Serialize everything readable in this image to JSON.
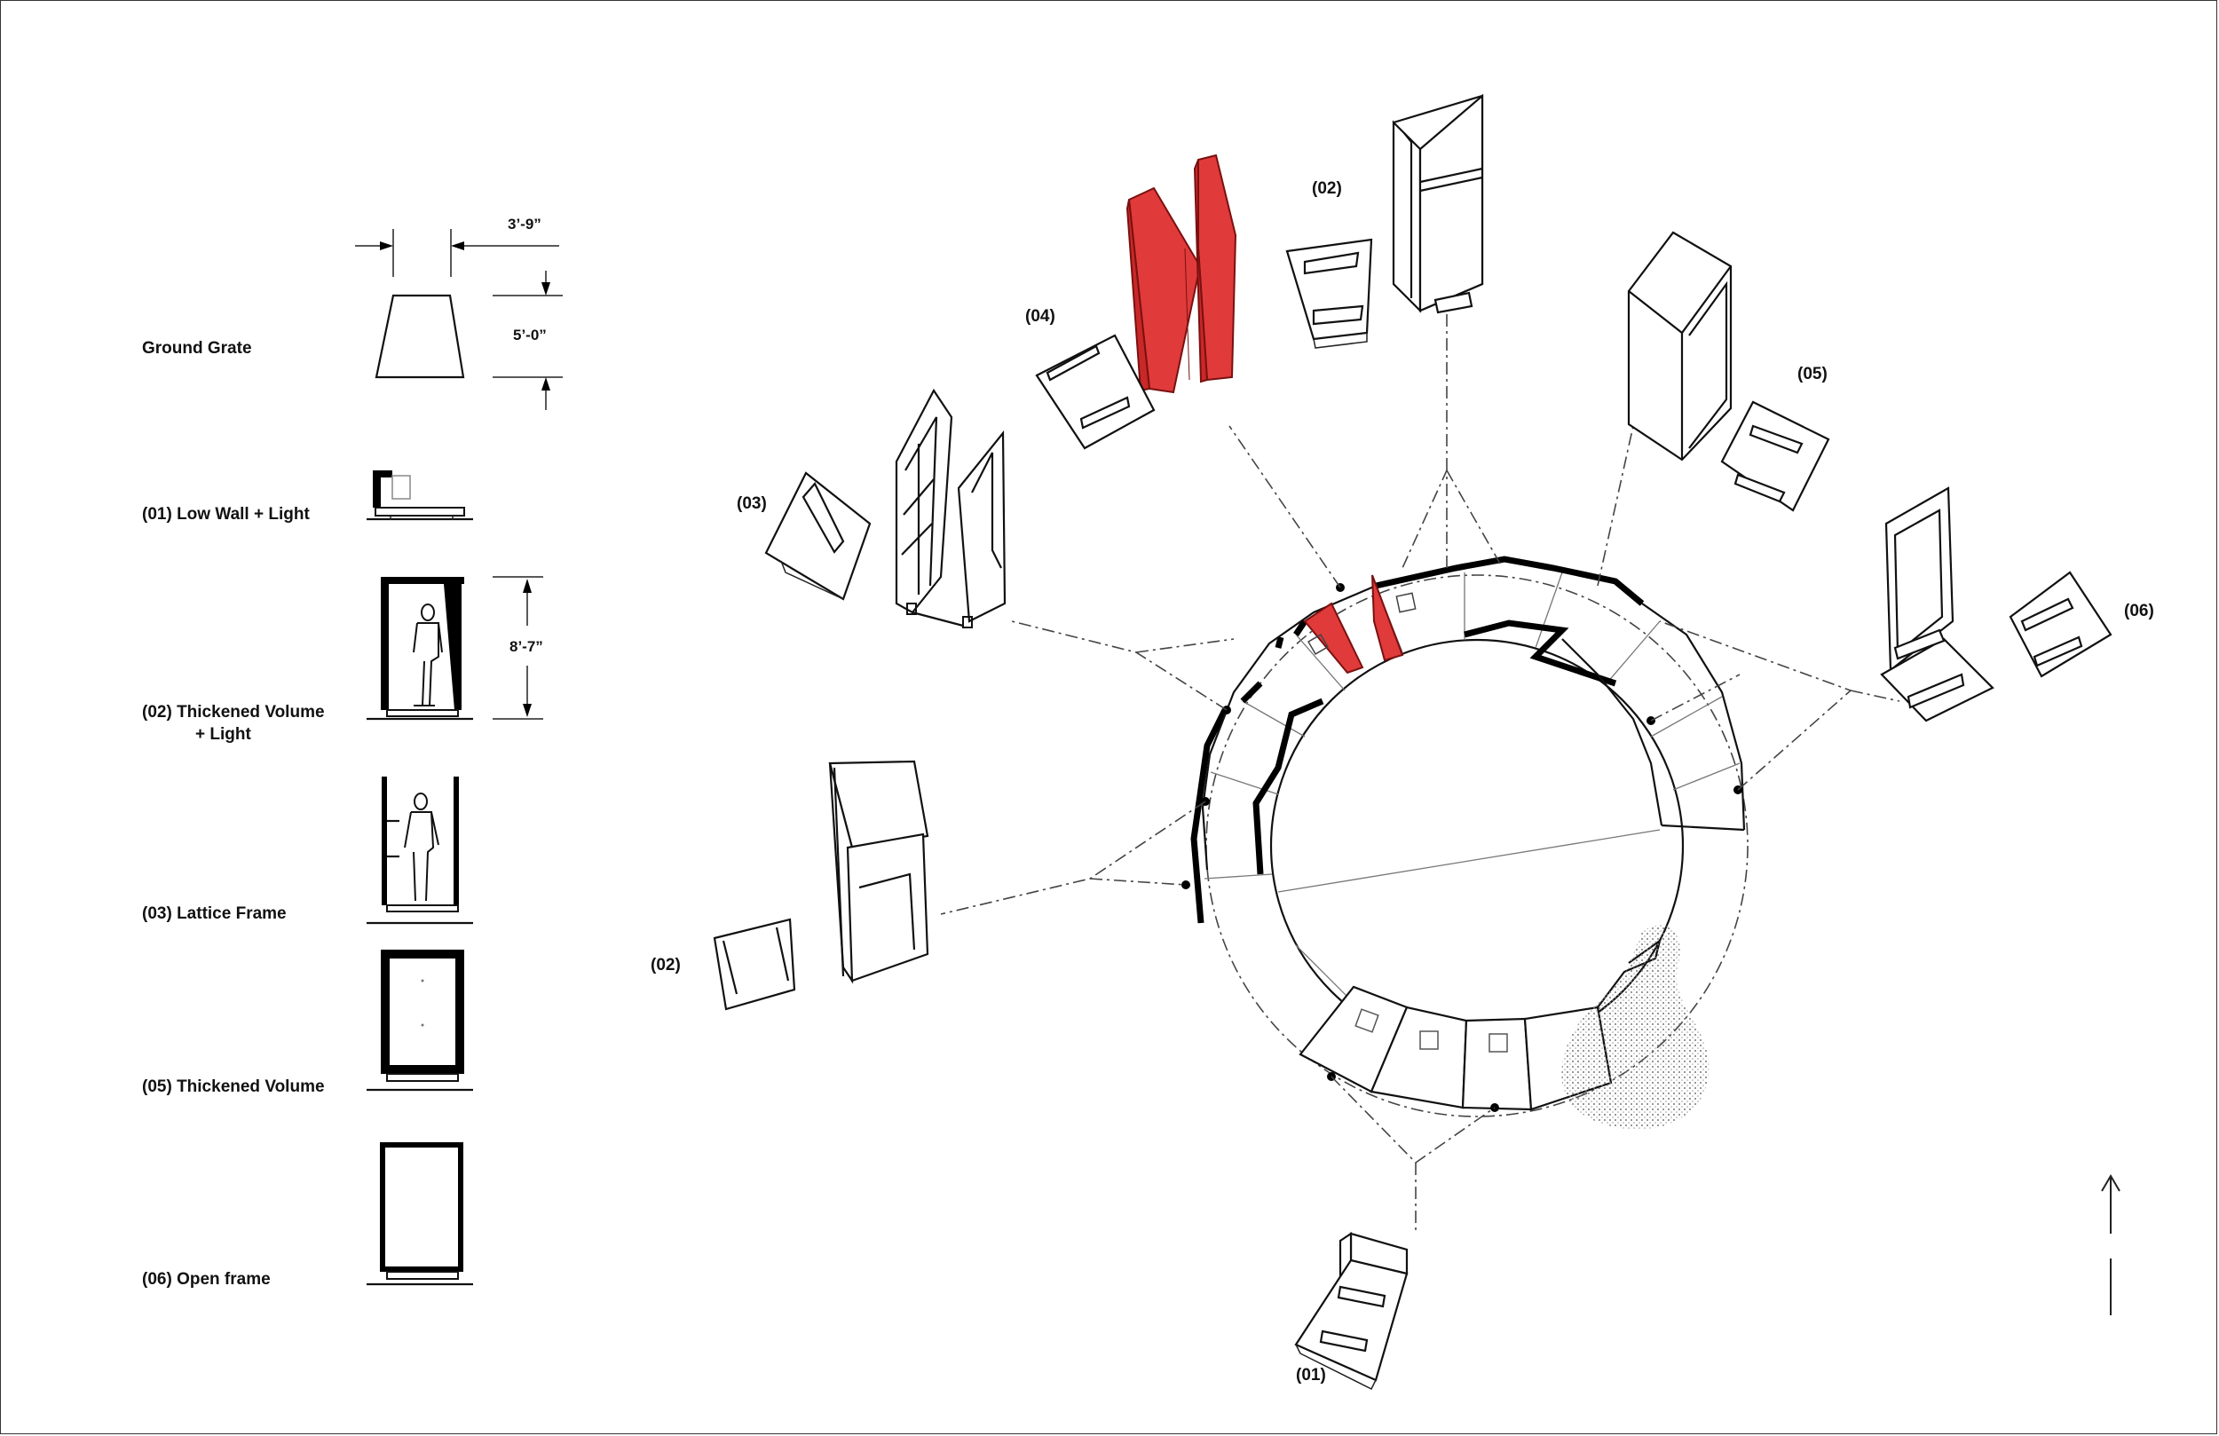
{
  "legend": {
    "ground_grate": "Ground Grate",
    "low_wall_light": "(01) Low Wall + Light",
    "thickened_volume_light_1": "(02) Thickened Volume",
    "thickened_volume_light_2": "+ Light",
    "lattice_frame": "(03) Lattice Frame",
    "thickened_volume": "(05)  Thickened Volume",
    "open_frame": "(06) Open frame"
  },
  "dimensions": {
    "grate_width": "3’-9”",
    "grate_depth": "5’-0”",
    "volume_height": "8’-7”"
  },
  "callouts": {
    "c01": "(01)",
    "c02_top": "(02)",
    "c02_left": "(02)",
    "c03": "(03)",
    "c04": "(04)",
    "c05": "(05)",
    "c06": "(06)"
  },
  "colors": {
    "accent_red": "#e03a3a",
    "line": "#111111"
  },
  "icons": {
    "north_arrow": "north-arrow-icon"
  }
}
